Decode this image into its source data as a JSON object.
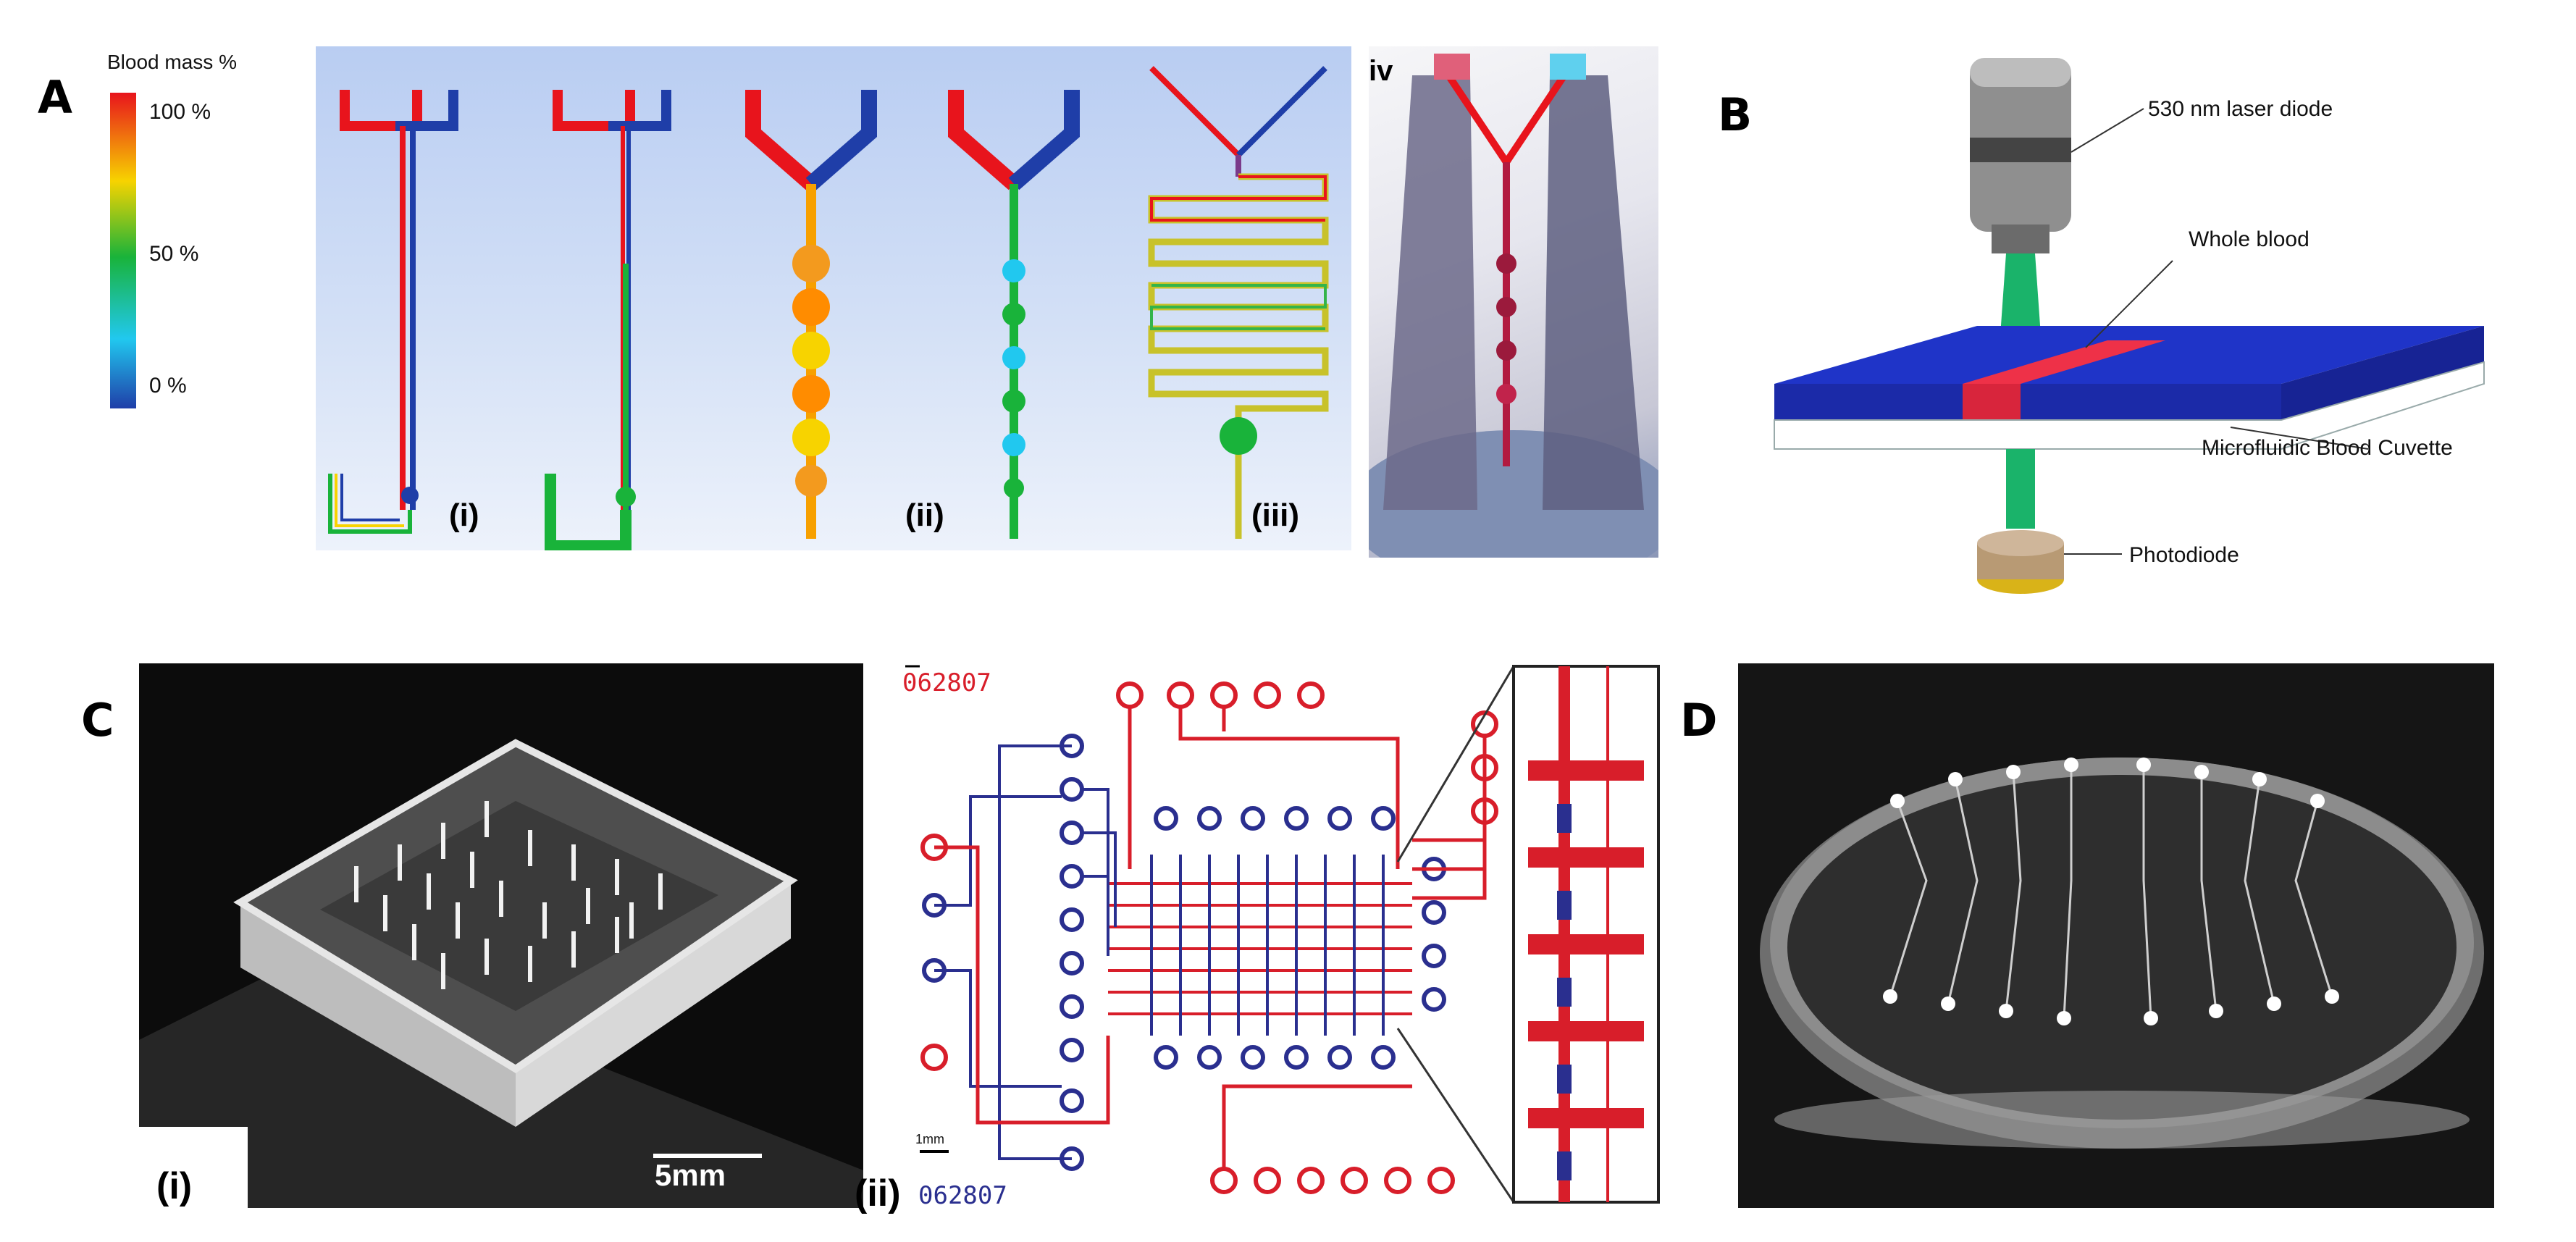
{
  "panels": {
    "A": {
      "label": "A",
      "colorbar": {
        "title": "Blood mass %",
        "ticks": [
          "100 %",
          "50 %",
          "0 %"
        ],
        "colors": [
          "#e8141c",
          "#f7d300",
          "#19b33a",
          "#21c8ef",
          "#1f3ea8"
        ]
      },
      "sub_labels": [
        "(i)",
        "(ii)",
        "(iii)",
        "iv"
      ]
    },
    "B": {
      "label": "B",
      "annotations": [
        "530 nm laser diode",
        "Whole blood",
        "Microfluidic Blood Cuvette",
        "Photodiode"
      ]
    },
    "C": {
      "label": "C",
      "sub_labels": [
        "(i)",
        "(ii)"
      ],
      "scale_bar": "5mm",
      "design_code_top": "062807",
      "design_code_bottom": "062807",
      "small_scale": "1mm"
    },
    "D": {
      "label": "D"
    }
  },
  "colors": {
    "blood_red": "#e8141c",
    "channel_blue": "#1f3ea8",
    "mask_red": "#d81e2a",
    "mask_blue": "#2a2f8f"
  }
}
